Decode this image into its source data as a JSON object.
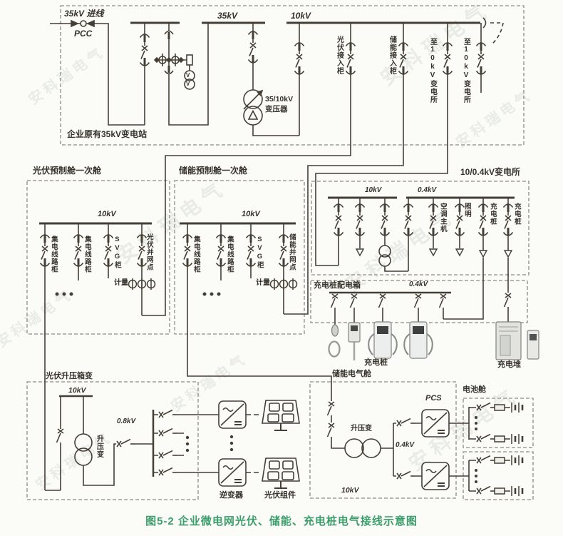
{
  "caption": "图5-2 企业微电网光伏、储能、充电桩电气接线示意图",
  "watermark": {
    "text": "安科瑞电气"
  },
  "colors": {
    "line": "#453e35",
    "dashed_box": "#8e8b82",
    "caption_green": "#3c9e6c",
    "text": "#37322b"
  },
  "top_substation": {
    "box_label": "企业原有35kV变电站",
    "incoming_label": "35kV 进线",
    "pcc_label": "PCC",
    "bus_35kv": "35kV",
    "bus_10kv": "10kV",
    "transformer": {
      "line1": "35/10kV",
      "line2": "变压器"
    },
    "pt_v": "V",
    "feeders": {
      "pv": "光伏接入柜",
      "ess": "储能接入柜",
      "to_sub_1": "至10kV变电所",
      "to_sub_2": "至10kV变电所"
    }
  },
  "pv_cabin": {
    "title": "光伏预制舱一次舱",
    "bus": "10kV",
    "feeders": [
      "集电线路柜",
      "集电线路柜",
      "SVG柜",
      "光伏并网点"
    ],
    "metering": "计量"
  },
  "ess_cabin": {
    "title": "储能预制舱一次舱",
    "bus": "10kV",
    "feeders": [
      "集电线路柜",
      "集电线路柜",
      "SVG柜",
      "储能并网点"
    ],
    "metering": "计量"
  },
  "substation_10_04": {
    "title": "10/0.4kV变电所",
    "bus_10kv": "10kV",
    "bus_04kv": "0.4kV",
    "feeders": [
      "空调主机",
      "照明",
      "充电桩",
      "充电桩"
    ]
  },
  "charger_dist_box": {
    "title": "充电桩配电箱",
    "bus": "0.4kV",
    "pile_label": "充电桩",
    "stack_label": "充电堆"
  },
  "pv_boost": {
    "title": "光伏升压箱变",
    "bus": "10kV",
    "transformer": "升压变",
    "lv": "0.8kV"
  },
  "inverter_area": {
    "inverter": "逆变器",
    "pv_module": "光伏组件"
  },
  "ess_electrical": {
    "title": "储能电气舱",
    "transformer": "升压变",
    "lv": "0.4kV",
    "pcs": "PCS",
    "hv": "10kV"
  },
  "battery_cabin": {
    "title": "电池舱"
  }
}
